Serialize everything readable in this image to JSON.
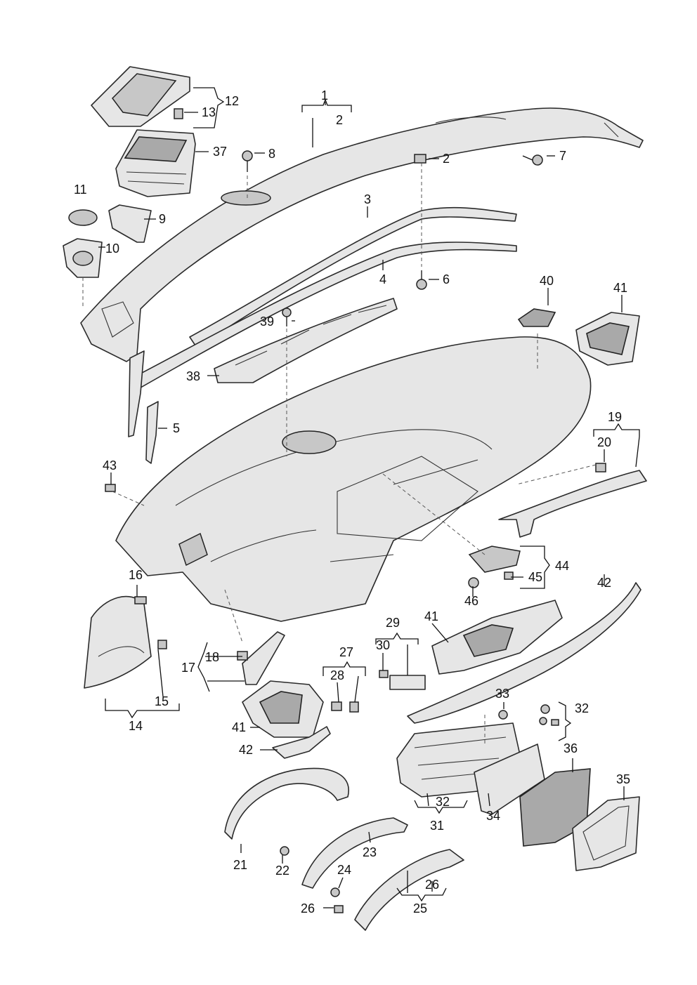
{
  "labels": {
    "l1": "1",
    "l2a": "2",
    "l2b": "2",
    "l3": "3",
    "l4": "4",
    "l5": "5",
    "l6": "6",
    "l7": "7",
    "l8": "8",
    "l9": "9",
    "l10": "10",
    "l11": "11",
    "l12": "12",
    "l13": "13",
    "l14": "14",
    "l15": "15",
    "l16": "16",
    "l17": "17",
    "l18": "18",
    "l19": "19",
    "l20": "20",
    "l21": "21",
    "l22": "22",
    "l23": "23",
    "l24": "24",
    "l25": "25",
    "l26a": "26",
    "l26b": "26",
    "l27": "27",
    "l28": "28",
    "l29": "29",
    "l30": "30",
    "l31": "31",
    "l32a": "32",
    "l32b": "32",
    "l33": "33",
    "l34": "34",
    "l35": "35",
    "l36": "36",
    "l37": "37",
    "l38": "38",
    "l39": "39",
    "l40": "40",
    "l41a": "41",
    "l41b": "41",
    "l41c": "41",
    "l42a": "42",
    "l42b": "42",
    "l43": "43",
    "l44": "44",
    "l45": "45",
    "l46": "46"
  }
}
